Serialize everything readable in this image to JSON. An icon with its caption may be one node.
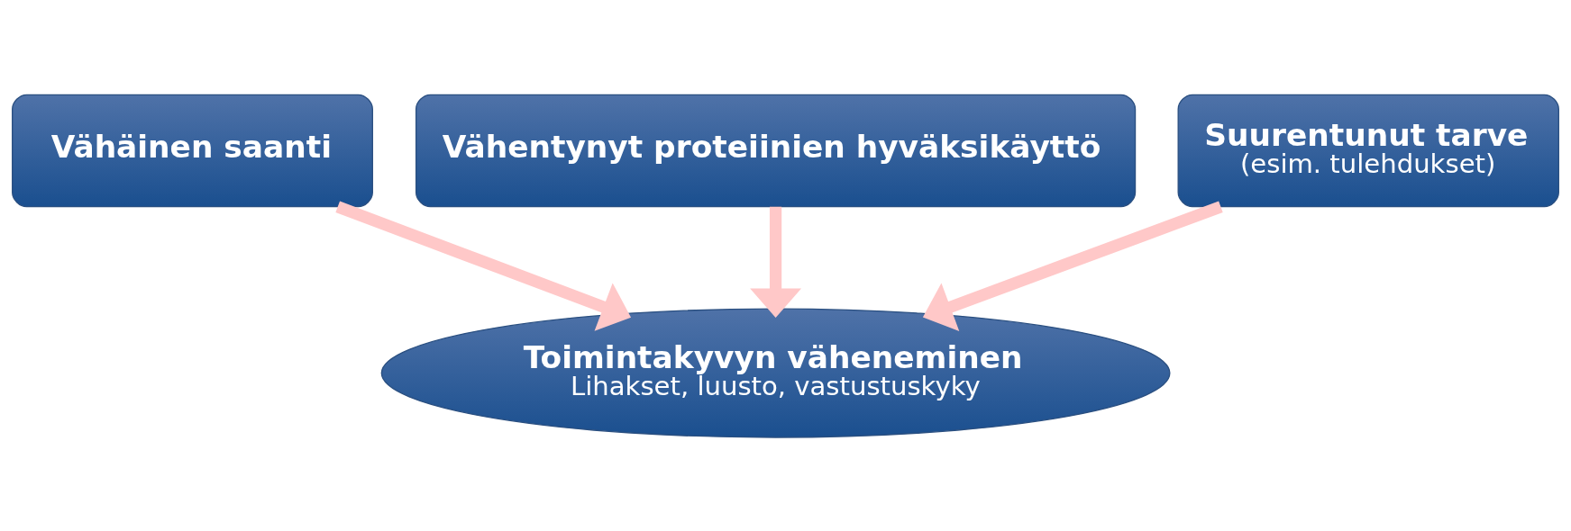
{
  "diagram": {
    "nodes": [
      {
        "text": [
          "Vähäinen saanti"
        ]
      },
      {
        "text": [
          "Vähentynyt proteiinien hyväksikäyttö"
        ]
      },
      {
        "text": [
          "Suurentunut tarve",
          "(esim. tulehdukset)"
        ]
      },
      {
        "text": [
          "Toimintakyvyn väheneminen",
          "Lihakset, luusto, vastustuskyky"
        ]
      }
    ],
    "edges": [
      {
        "from": 0,
        "to": 3,
        "arrow": "to"
      },
      {
        "from": 1,
        "to": 3,
        "arrow": "to"
      },
      {
        "from": 2,
        "to": 3,
        "arrow": "to"
      }
    ]
  }
}
